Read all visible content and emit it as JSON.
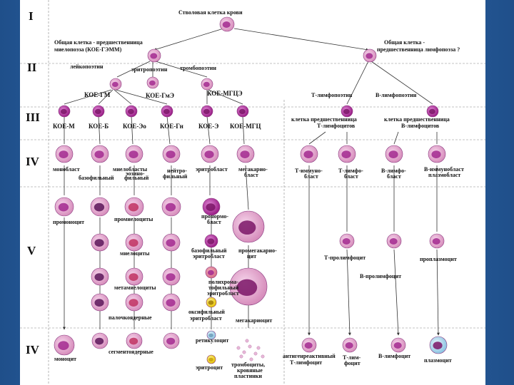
{
  "stage_labels": [
    "I",
    "II",
    "III",
    "IV",
    "V",
    "IV"
  ],
  "stem_cell": "Стволовая клетка крови",
  "myeloid_progenitor": [
    "Общая клетка - предшественница",
    "миелопоэза (КОЕ-ГЭММ)"
  ],
  "lymphoid_progenitor": [
    "Общая клетка -",
    "предшественница лимфопоэза ?"
  ],
  "poietins": {
    "leukopoietin": "лейкопоэтин",
    "erythropoietin": "эритропоэтин",
    "thrombopoietin": "тромбопоэтин",
    "t_lymphopoietin": "Т-лимфопоэтин",
    "b_lymphopoietin": "В-лимфопоэтин"
  },
  "cfu_top": [
    "КОЕ-ГМ",
    "КОЕ-ГмЭ",
    "КОЕ-МГЦЭ"
  ],
  "cfu_row": [
    "КОЕ-М",
    "КОЕ-Б",
    "КОЕ-Эо",
    "КОЕ-Гн",
    "КОЕ-Э",
    "КОЕ-МГЦ"
  ],
  "lymph_precursors": [
    "клетка предшественница",
    "Т-лимфоцитов",
    "клетка предшественница",
    "В-лимфоцитов"
  ],
  "blasts": {
    "monoblast": "монобласт",
    "myeloblasts": "миелобласты",
    "eosinophil": "эозино-",
    "basophilic": "базофильный",
    "philic": "фильный",
    "neutro": "нейтро-",
    "philic2": "фильный",
    "erythroblast": "эритробласт",
    "megakaryo1": "мегакарио-",
    "megakaryo2": "бласт",
    "t_immuno1": "Т-иммуно-",
    "t_immuno2": "бласт",
    "t_lympho1": "Т-лимфо-",
    "t_lympho2": "бласт",
    "b_lympho1": "В-лимфо-",
    "b_lympho2": "бласт",
    "b_immuno1": "В-иммунобласт",
    "b_immuno2": "плазмобласт"
  },
  "stage5": {
    "promonocyte": "промоноцит",
    "promyelocytes": "промиелоциты",
    "proerythro1": "пронормо-",
    "proerythro2": "бласт",
    "myelocytes": "миелоциты",
    "basophilic_eb1": "базофильный",
    "basophilic_eb2": "эритробласт",
    "promegakaryo1": "промегакарио-",
    "promegakaryo2": "цит",
    "metamyelocytes": "метамиелоциты",
    "poly1": "полихрома-",
    "poly2": "тофильный",
    "poly3": "эритробласт",
    "band": "палочкоядерные",
    "oxy1": "оксифильный",
    "oxy2": "эритробласт",
    "megakaryocyte": "мегакариоцит",
    "t_prolymph": "Т-пролимфоцит",
    "proplasmocyte": "проплазмоцит",
    "b_prolymph": "В-пролимфоцит"
  },
  "stage6": {
    "monocyte": "моноцит",
    "segmented": "сегментоядерные",
    "reticulocyte": "ретикулоцит",
    "erythrocyte": "эритроцит",
    "platelets1": "тромбоциты,",
    "platelets2": "кровяные",
    "platelets3": "пластинки",
    "antigen1": "антигенреактивный",
    "antigen2": "Т-лимфоцит",
    "t_lymph1": "Т-лим-",
    "t_lymph2": "фоцит",
    "b_lymph": "В-лимфоцит",
    "plasmocyte": "плазмоцит"
  }
}
